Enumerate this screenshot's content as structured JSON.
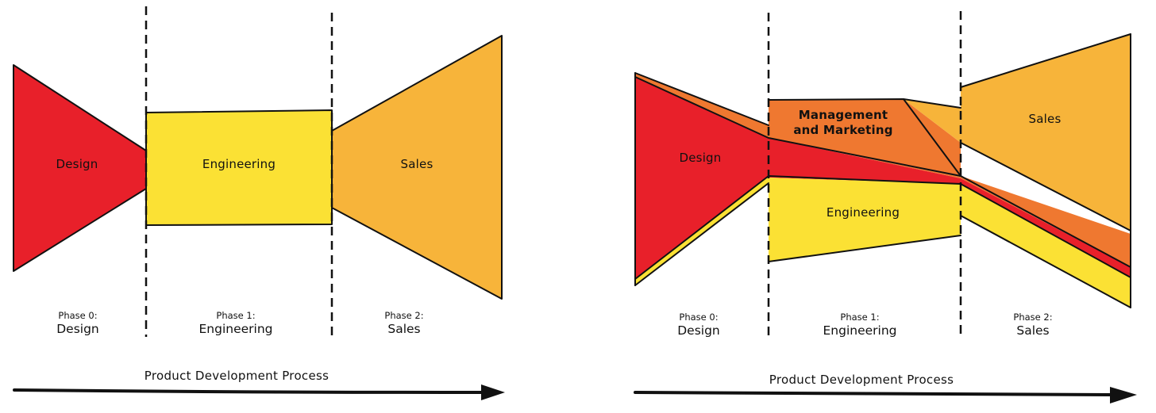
{
  "colors": {
    "design": "#e8202a",
    "engineering": "#fbe134",
    "sales": "#f7b43a",
    "management": "#ef7830",
    "outline": "#111111"
  },
  "left_diagram": {
    "areas": {
      "design": "Design",
      "engineering": "Engineering",
      "sales": "Sales"
    },
    "phases": [
      {
        "number": "Phase 0:",
        "name": "Design"
      },
      {
        "number": "Phase 1:",
        "name": "Engineering"
      },
      {
        "number": "Phase 2:",
        "name": "Sales"
      }
    ],
    "process_label": "Product Development Process"
  },
  "right_diagram": {
    "areas": {
      "design": "Design",
      "management_line1": "Management",
      "management_line2": "and Marketing",
      "engineering": "Engineering",
      "sales": "Sales"
    },
    "phases": [
      {
        "number": "Phase 0:",
        "name": "Design"
      },
      {
        "number": "Phase 1:",
        "name": "Engineering"
      },
      {
        "number": "Phase 2:",
        "name": "Sales"
      }
    ],
    "process_label": "Product Development Process"
  }
}
